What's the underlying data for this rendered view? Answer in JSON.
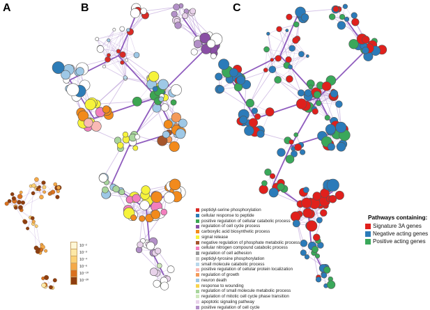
{
  "panels": {
    "a": "A",
    "b": "B",
    "c": "C"
  },
  "colors": {
    "edge": "#7b3fb3",
    "edge_light": "#b79ad6",
    "signature": "#e0201c",
    "negative": "#2b7bb9",
    "positive": "#3aa85a"
  },
  "legend_b": [
    {
      "label": "peptidyl-serine phosphorylation",
      "color": "#d92a25"
    },
    {
      "label": "cellular response to peptide",
      "color": "#2d7cb7"
    },
    {
      "label": "positive regulation of cellular catabolic process",
      "color": "#3ca651"
    },
    {
      "label": "regulation of cell cycle process",
      "color": "#8a4fa5"
    },
    {
      "label": "carboxylic acid biosynthetic process",
      "color": "#f28a1c"
    },
    {
      "label": "signal release",
      "color": "#f6f33b"
    },
    {
      "label": "negative regulation of phosphate metabolic process",
      "color": "#a5552b"
    },
    {
      "label": "cellular nitrogen compound catabolic process",
      "color": "#f27fbd"
    },
    {
      "label": "regulation of cell adhesion",
      "color": "#999999"
    },
    {
      "label": "peptidyl-tyrosine phosphorylation",
      "color": "#c7c7c7"
    },
    {
      "label": "small molecule catabolic process",
      "color": "#b8d8ec"
    },
    {
      "label": "positive regulation of cellular protein localization",
      "color": "#f9b9b5"
    },
    {
      "label": "regulation of growth",
      "color": "#f49a5a"
    },
    {
      "label": "neuron death",
      "color": "#9ec8e6"
    },
    {
      "label": "response to wounding",
      "color": "#f8d44e"
    },
    {
      "label": "regulation of small molecule metabolic process",
      "color": "#a8d59c"
    },
    {
      "label": "regulation of mitotic cell cycle phase transition",
      "color": "#cfe8bd"
    },
    {
      "label": "apoptotic signaling pathway",
      "color": "#e8d2ea"
    },
    {
      "label": "positive regulation of cell cycle",
      "color": "#b390c8"
    }
  ],
  "scale_a": [
    {
      "label": "10⁻²",
      "color": "#fff7d6"
    },
    {
      "label": "10⁻³",
      "color": "#fde8a6"
    },
    {
      "label": "10⁻⁴",
      "color": "#fbd176"
    },
    {
      "label": "10⁻⁶",
      "color": "#f4a948"
    },
    {
      "label": "10⁻¹⁰",
      "color": "#d9711f"
    },
    {
      "label": "10⁻²⁰",
      "color": "#8f3e10"
    }
  ],
  "legend_c": {
    "title": "Pathways containing:",
    "items": [
      {
        "label": "Signature 3A genes",
        "color": "#e0201c"
      },
      {
        "label": "Negative acting genes",
        "color": "#2b7bb9"
      },
      {
        "label": "Positive acting genes",
        "color": "#3aa85a"
      }
    ]
  }
}
